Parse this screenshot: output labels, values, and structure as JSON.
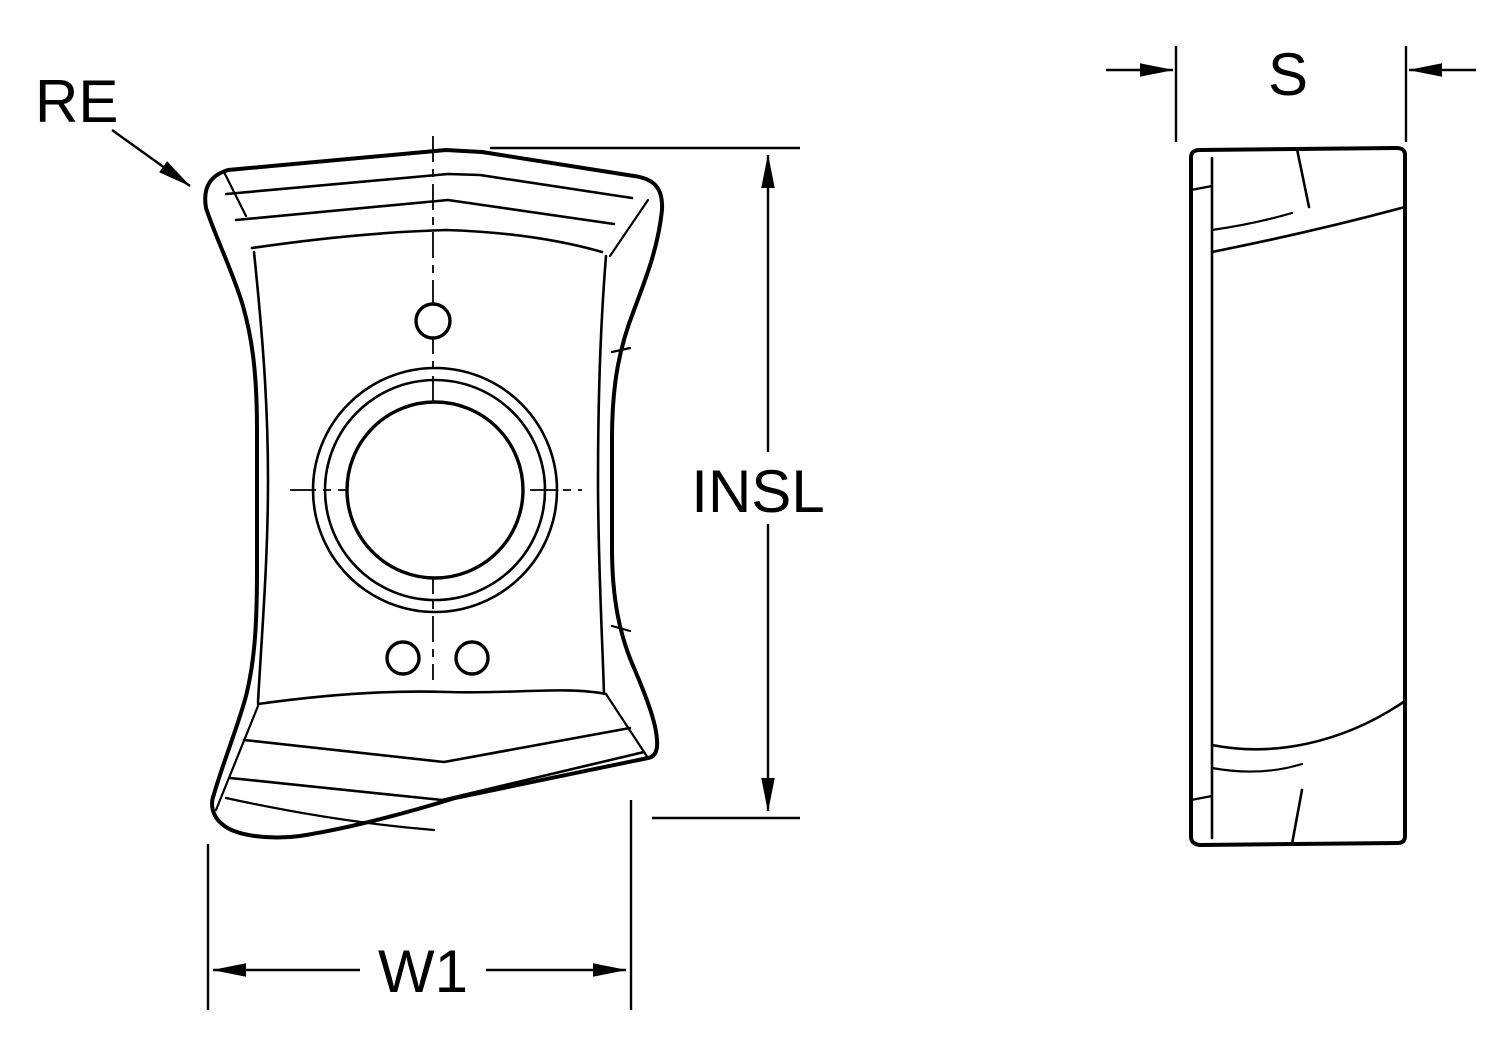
{
  "labels": {
    "re": "RE",
    "insl": "INSL",
    "w1": "W1",
    "s": "S"
  },
  "colors": {
    "insert": "#ffd400",
    "outline": "#000000",
    "background": "#ffffff"
  }
}
